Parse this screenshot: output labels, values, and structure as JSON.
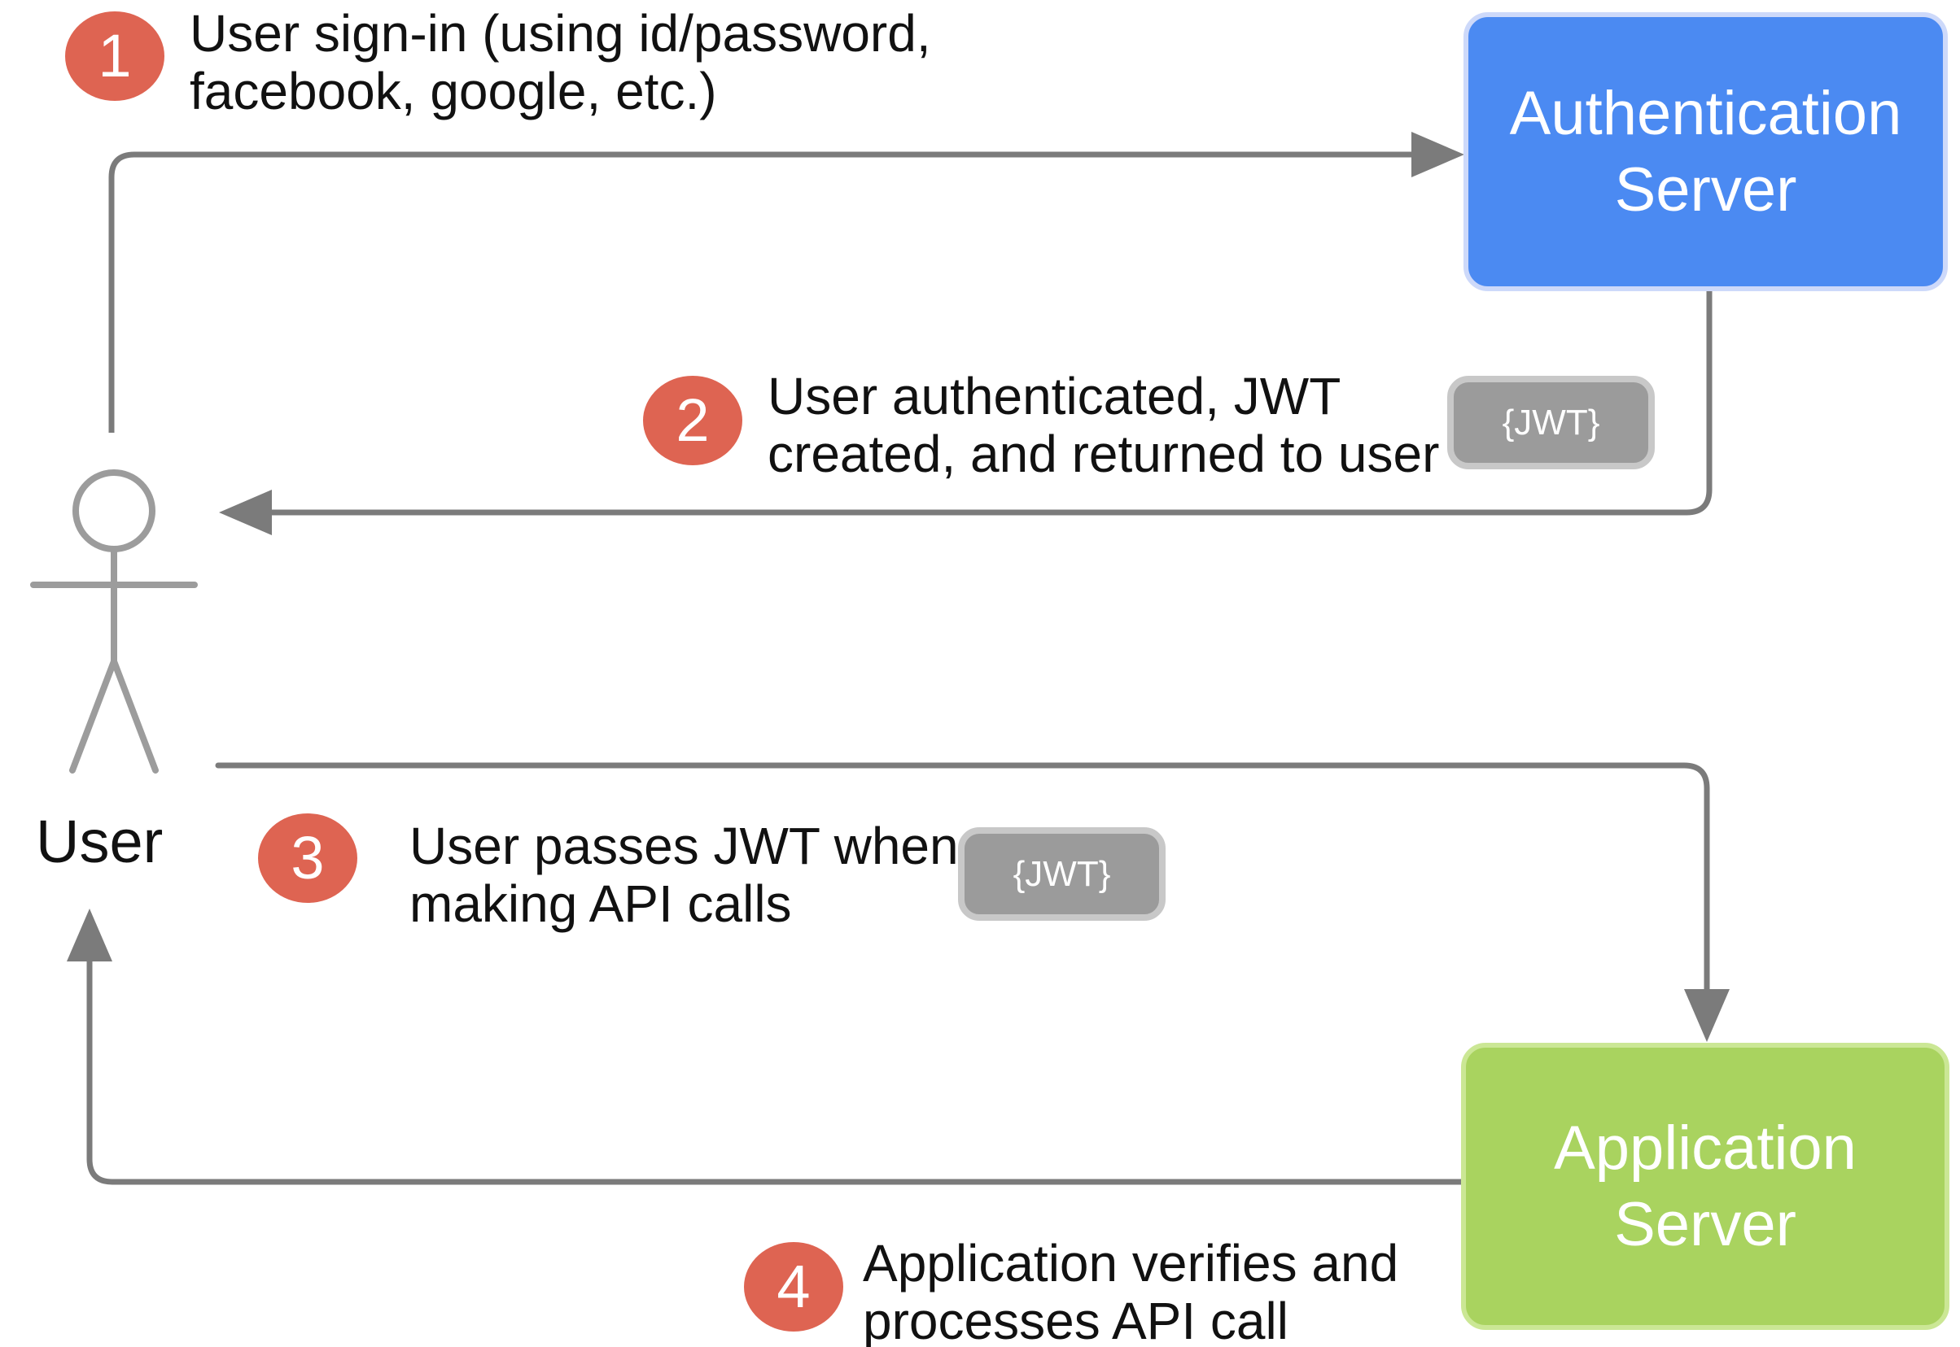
{
  "diagram": {
    "title_implied": "JWT authentication flow",
    "actor": {
      "label": "User"
    },
    "nodes": [
      {
        "id": "auth-server",
        "label": "Authentication\nServer",
        "fill": "#4B8AF2",
        "border": "#CDD9FA"
      },
      {
        "id": "app-server",
        "label": "Application\nServer",
        "fill": "#A9D35F",
        "border": "#CBE795"
      }
    ],
    "steps": [
      {
        "num": "1",
        "text": "User sign-in (using id/password,\nfacebook, google, etc.)"
      },
      {
        "num": "2",
        "text": "User authenticated, JWT\ncreated, and returned to user"
      },
      {
        "num": "3",
        "text": "User passes JWT when\nmaking API calls"
      },
      {
        "num": "4",
        "text": "Application verifies and\nprocesses API call"
      }
    ],
    "jwt_badges": [
      {
        "label": "{JWT}"
      },
      {
        "label": "{JWT}"
      }
    ],
    "colors": {
      "step_badge": "#DE6452",
      "step_number_text": "#FFFFFF",
      "arrow": "#7B7B7B",
      "stick_figure": "#9C9C9C",
      "jwt_fill": "#9B9B9B",
      "jwt_ring": "#C8C8C8",
      "jwt_text": "#FFFFFF",
      "body_text": "#111111",
      "background": "#FFFFFF"
    }
  }
}
